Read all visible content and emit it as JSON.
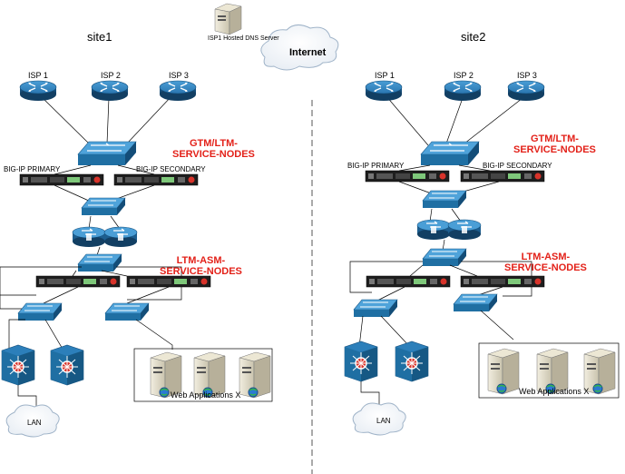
{
  "sites": [
    {
      "name": "site1",
      "gtm_label": "GTM/LTM-\nSERVICE-NODES",
      "ltm_label": "LTM-ASM-\nSERVICE-NODES",
      "isps": [
        "ISP 1",
        "ISP 2",
        "ISP 3"
      ],
      "bigip_primary": "BIG-IP PRIMARY",
      "bigip_secondary": "BIG-IP SECONDARY",
      "lan": "LAN",
      "web_apps": "Web Applications X"
    },
    {
      "name": "site2",
      "gtm_label": "GTM/LTM-\nSERVICE-NODES",
      "ltm_label": "LTM-ASM-\nSERVICE-NODES",
      "isps": [
        "ISP 1",
        "ISP 2",
        "ISP 3"
      ],
      "bigip_primary": "BIG-IP PRIMARY",
      "bigip_secondary": "BIG-IP SECONDARY",
      "lan": "LAN",
      "web_apps": "Web Applications X"
    }
  ],
  "dns_server": "ISP1 Hosted DNS Server",
  "internet": "Internet",
  "colors": {
    "label_red": "#e32119",
    "router_blue": "#1f6fa3",
    "switch_blue": "#3b90c8",
    "line": "#000000",
    "divider": "#555555"
  }
}
